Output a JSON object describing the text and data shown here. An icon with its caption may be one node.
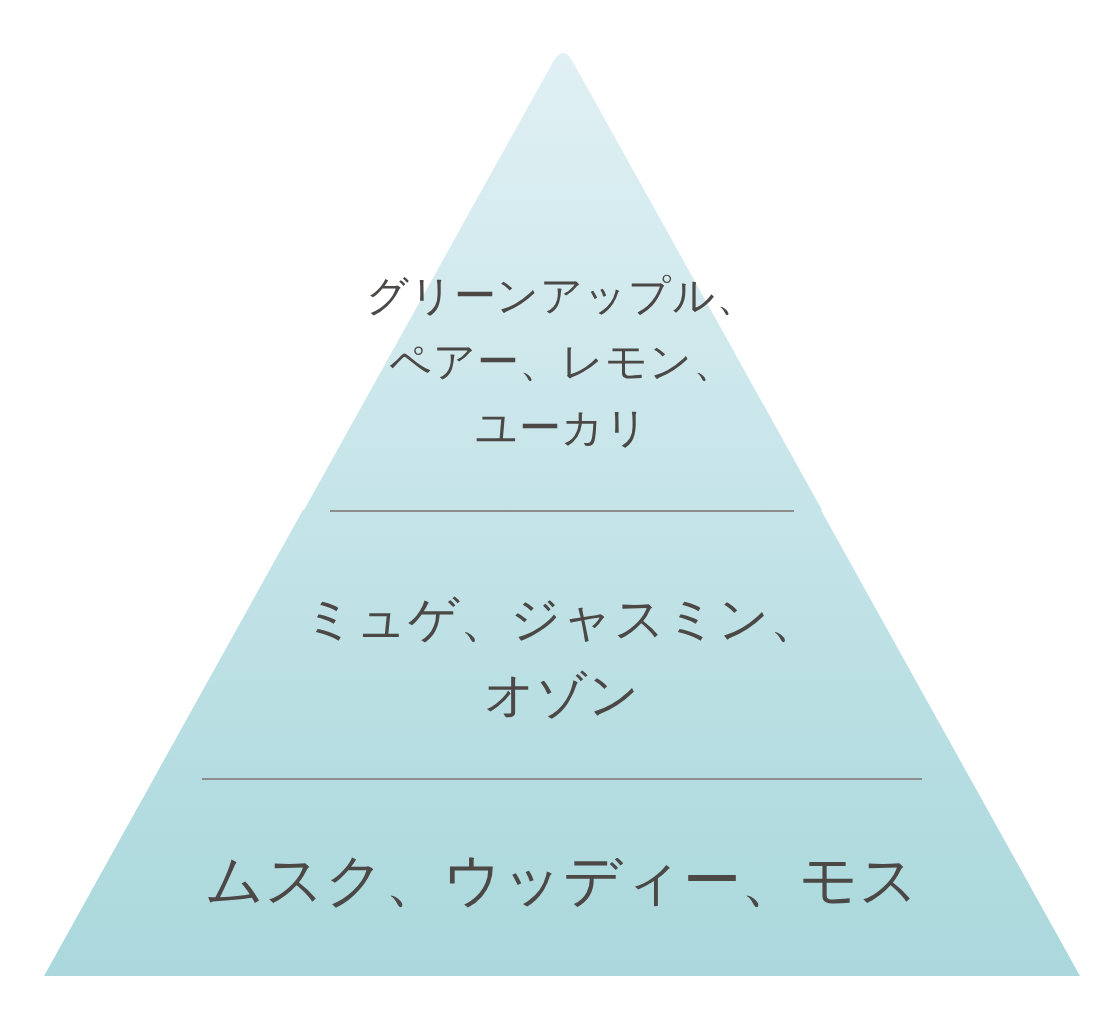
{
  "diagram": {
    "nodes": [
      {
        "text": [
          "グリーンアップル、ペアー、レモン、ユーカリ"
        ]
      },
      {
        "text": [
          "ミュゲ、ジャスミン、オゾン"
        ]
      },
      {
        "text": [
          "ムスク、ウッディー、モス"
        ]
      }
    ]
  }
}
